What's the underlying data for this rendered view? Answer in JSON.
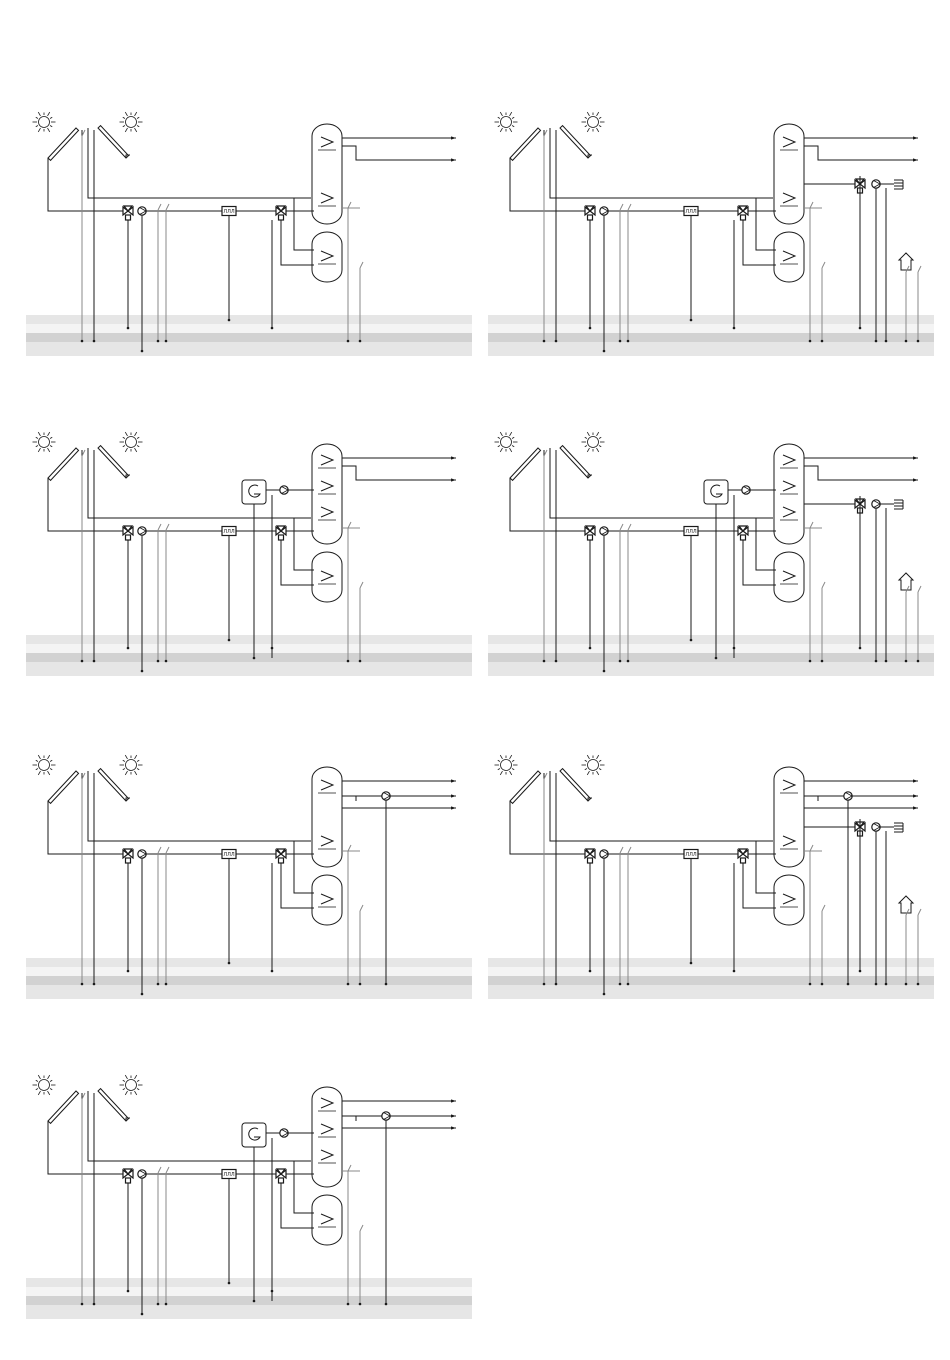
{
  "diagrams": [
    {
      "id": "scheme-1",
      "ext_dhw_pump": false,
      "heating_circuit": false,
      "solid_fuel_boiler": false,
      "meter_label": "ЛЛЛ"
    },
    {
      "id": "scheme-2",
      "ext_dhw_pump": false,
      "heating_circuit": true,
      "solid_fuel_boiler": false,
      "meter_label": "ЛЛЛ"
    },
    {
      "id": "scheme-3",
      "ext_dhw_pump": false,
      "heating_circuit": false,
      "solid_fuel_boiler": true,
      "meter_label": "ЛЛЛ"
    },
    {
      "id": "scheme-4",
      "ext_dhw_pump": false,
      "heating_circuit": true,
      "solid_fuel_boiler": true,
      "meter_label": "ЛЛЛ"
    },
    {
      "id": "scheme-5",
      "ext_dhw_pump": true,
      "heating_circuit": false,
      "solid_fuel_boiler": false,
      "meter_label": "ЛЛЛ"
    },
    {
      "id": "scheme-6",
      "ext_dhw_pump": true,
      "heating_circuit": true,
      "solid_fuel_boiler": false,
      "meter_label": "ЛЛЛ"
    },
    {
      "id": "scheme-7",
      "ext_dhw_pump": true,
      "heating_circuit": false,
      "solid_fuel_boiler": true,
      "meter_label": "ЛЛЛ"
    }
  ],
  "colors": {
    "line": "#1a1a1a",
    "band_light": "#e6e6e6",
    "band_mid": "#d2d2d2",
    "sensor": "#888888"
  }
}
